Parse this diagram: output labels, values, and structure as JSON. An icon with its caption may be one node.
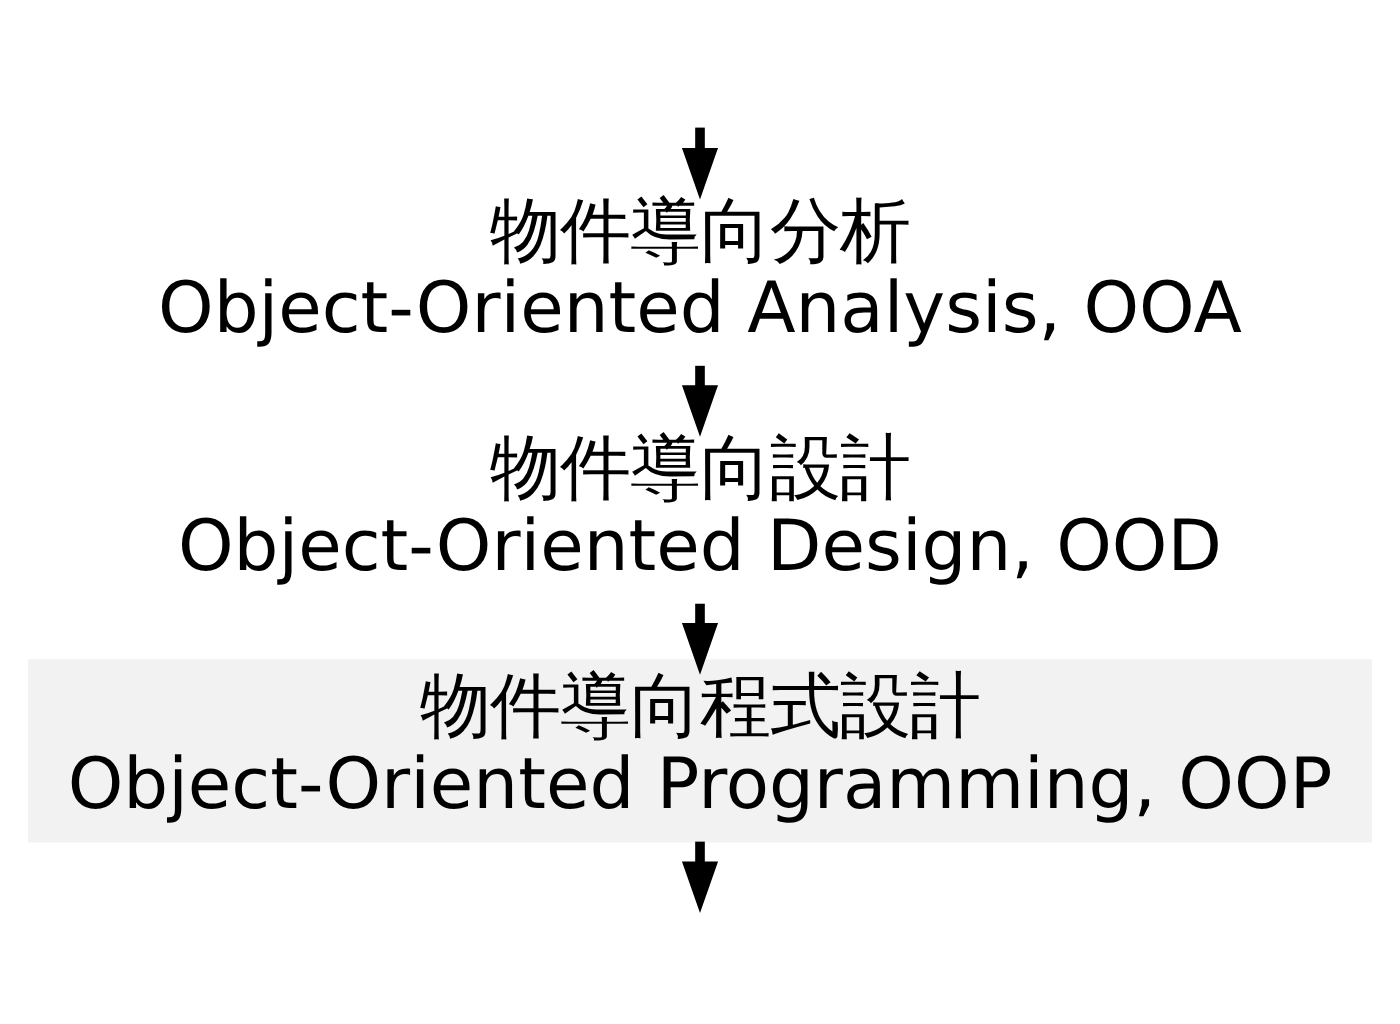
{
  "diagram": {
    "nodes": [
      {
        "text": [
          "物件導向分析",
          "Object-Oriented Analysis, OOA"
        ]
      },
      {
        "text": [
          "物件導向設計",
          "Object-Oriented Design, OOD"
        ]
      },
      {
        "text": [
          "物件導向程式設計",
          "Object-Oriented Programming, OOP"
        ]
      }
    ],
    "edges": [
      {
        "from": null,
        "to": 0,
        "arrow": "to"
      },
      {
        "from": 0,
        "to": 1,
        "arrow": "to"
      },
      {
        "from": 1,
        "to": 2,
        "arrow": "to"
      },
      {
        "from": 2,
        "to": null,
        "arrow": "to"
      }
    ]
  }
}
